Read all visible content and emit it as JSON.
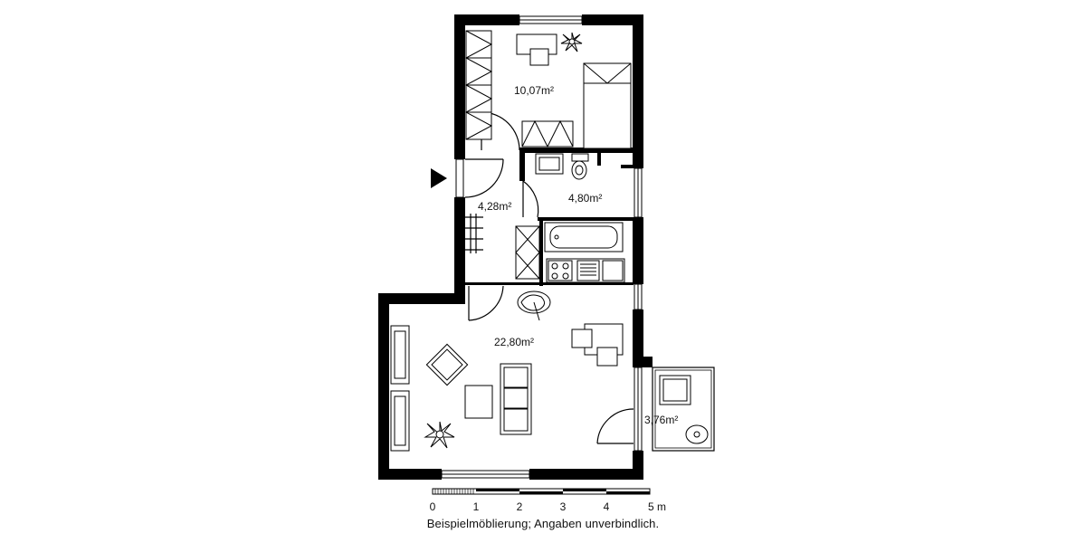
{
  "rooms": {
    "bedroom_area": "10,07m²",
    "hallway_area": "4,28m²",
    "bathroom_area": "4,80m²",
    "living_area": "22,80m²",
    "balcony_area": "3,76m²"
  },
  "scale": {
    "ticks": [
      "0",
      "1",
      "2",
      "3",
      "4",
      "5 m"
    ]
  },
  "footnote": "Beispielmöblierung; Angaben unverbindlich."
}
